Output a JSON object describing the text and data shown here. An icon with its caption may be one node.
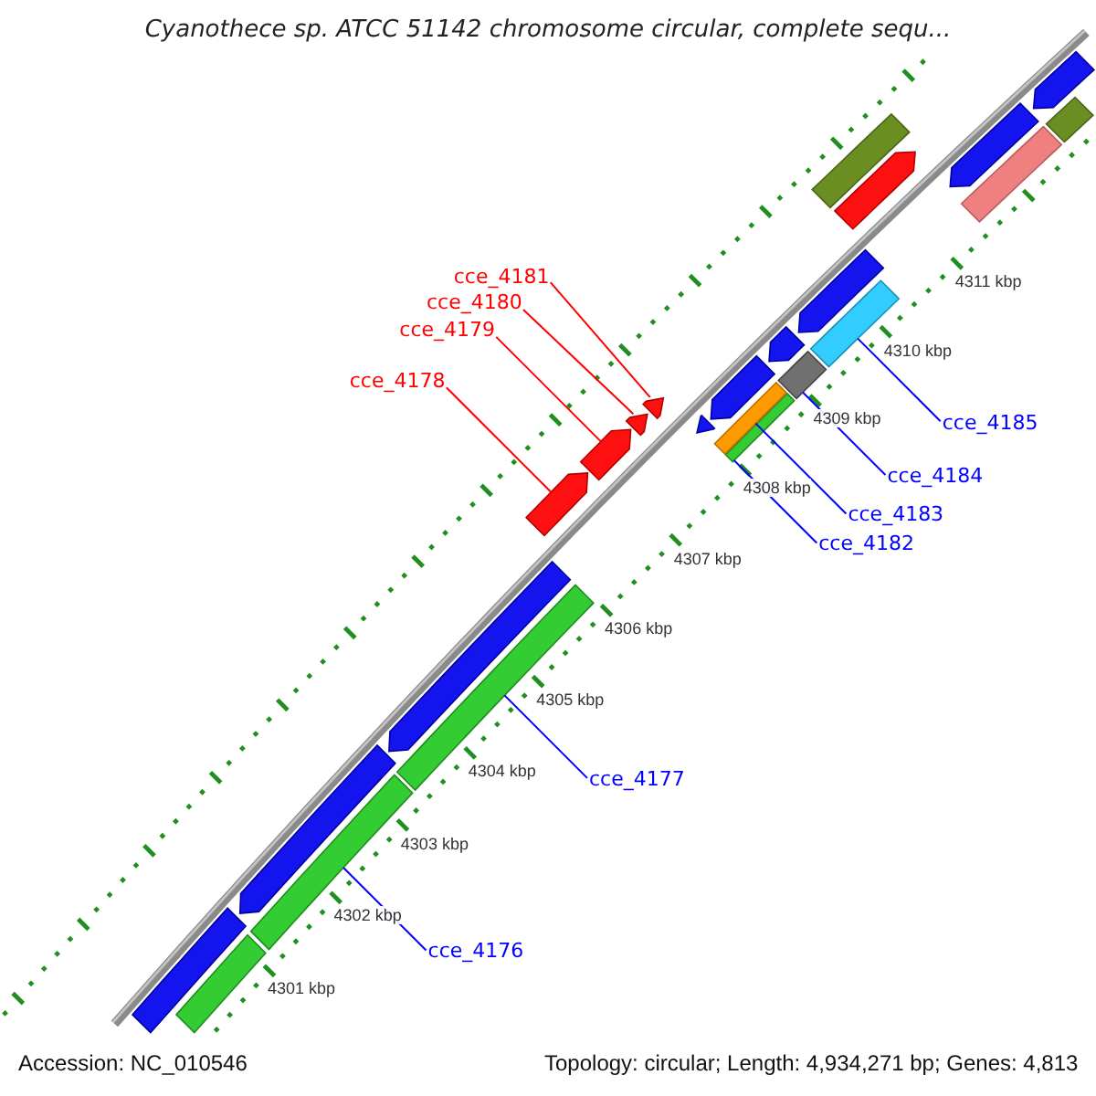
{
  "diagram": {
    "title": "Cyanothece sp. ATCC 51142 chromosome circular, complete sequ...",
    "nodes": [
      {
        "text": [
          "cce_4181"
        ]
      },
      {
        "text": [
          "cce_4180"
        ]
      },
      {
        "text": [
          "cce_4179"
        ]
      },
      {
        "text": [
          "cce_4178"
        ]
      },
      {
        "text": [
          "cce_4185"
        ]
      },
      {
        "text": [
          "cce_4184"
        ]
      },
      {
        "text": [
          "cce_4183"
        ]
      },
      {
        "text": [
          "cce_4182"
        ]
      },
      {
        "text": [
          "cce_4177"
        ]
      },
      {
        "text": [
          "cce_4176"
        ]
      },
      {
        "text": [],
        "shape": "bar"
      },
      {
        "text": [],
        "shape": "bar"
      },
      {
        "text": [],
        "shape": "arrow"
      },
      {
        "text": [],
        "shape": "arrow"
      },
      {
        "text": [],
        "shape": "arrow"
      },
      {
        "text": [],
        "shape": "arrow"
      },
      {
        "text": [],
        "shape": "bar"
      },
      {
        "text": [],
        "shape": "bar"
      },
      {
        "text": [],
        "shape": "bar"
      },
      {
        "text": [],
        "shape": "bar"
      },
      {
        "text": [],
        "shape": "bar"
      },
      {
        "text": [],
        "shape": "bar"
      },
      {
        "text": [],
        "shape": "arrow"
      },
      {
        "text": [],
        "shape": "arrow"
      },
      {
        "text": [],
        "shape": "arrow"
      },
      {
        "text": [],
        "shape": "arrow"
      },
      {
        "text": [],
        "shape": "arrow"
      },
      {
        "text": [],
        "shape": "arrow"
      },
      {
        "text": [],
        "shape": "bar"
      },
      {
        "text": [],
        "shape": "arrow"
      },
      {
        "text": [],
        "shape": "bar"
      },
      {
        "text": [],
        "shape": "arrow"
      },
      {
        "text": [],
        "shape": "bar"
      },
      {
        "text": [],
        "shape": "arrow"
      }
    ],
    "edges": [
      {
        "from": 0,
        "to": 15,
        "arrow": "none",
        "color": "#ff0000"
      },
      {
        "from": 1,
        "to": 14,
        "arrow": "none",
        "color": "#ff0000"
      },
      {
        "from": 2,
        "to": 13,
        "arrow": "none",
        "color": "#ff0000"
      },
      {
        "from": 3,
        "to": 12,
        "arrow": "none",
        "color": "#ff0000"
      },
      {
        "from": 4,
        "to": 19,
        "arrow": "none"
      },
      {
        "from": 5,
        "to": 18,
        "arrow": "none"
      },
      {
        "from": 6,
        "to": 17,
        "arrow": "none"
      },
      {
        "from": 7,
        "to": 16,
        "arrow": "none"
      },
      {
        "from": 8,
        "to": 11,
        "arrow": "none"
      },
      {
        "from": 9,
        "to": 10,
        "arrow": "none"
      }
    ],
    "labels": [
      "4311 kbp",
      "4310 kbp",
      "4309 kbp",
      "4308 kbp",
      "4307 kbp",
      "4306 kbp",
      "4305 kbp",
      "4304 kbp",
      "4303 kbp",
      "4302 kbp",
      "4301 kbp",
      "Accession: NC_010546",
      "Topology: circular; Length: 4,934,271 bp; Genes: 4,813"
    ]
  }
}
